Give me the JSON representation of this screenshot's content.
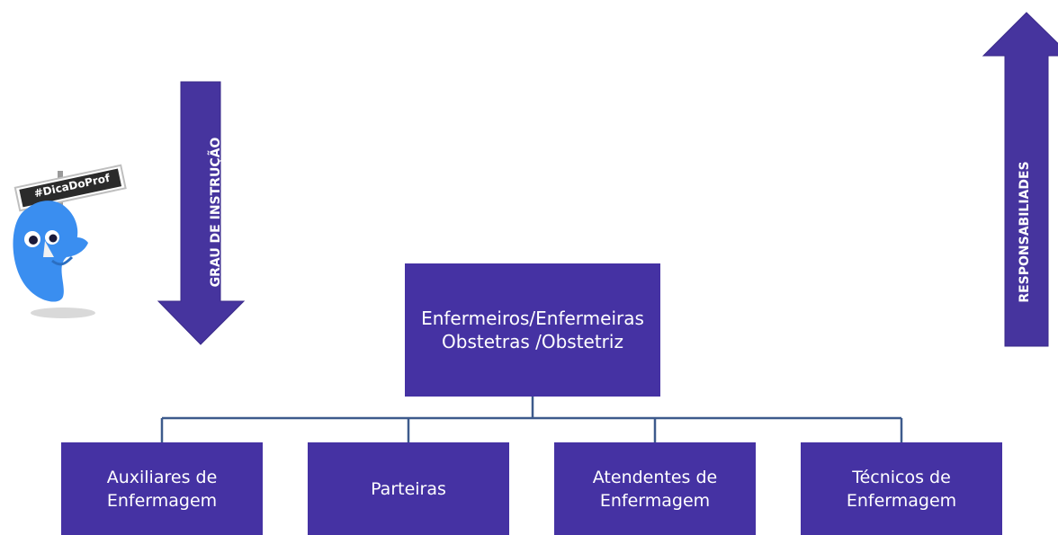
{
  "diagram": {
    "top_node": "Enfermeiros/Enfermeiras\nObstetras /Obstetriz",
    "children": [
      "Auxiliares de\nEnfermagem",
      "Parteiras",
      "Atendentes de\nEnfermagem",
      "Técnicos de\nEnfermagem"
    ]
  },
  "arrows": {
    "left_label": "GRAU DE INSTRUÇÃO",
    "left_direction": "down",
    "right_label": "RESPONSABILIADES",
    "right_direction": "up"
  },
  "mascot": {
    "sign_text": "#DicaDoProf"
  },
  "colors": {
    "box_fill": "#4532a3",
    "arrow_fill": "#46349e",
    "connector": "#3d5a8c",
    "mascot_blue": "#3a8ef0"
  }
}
